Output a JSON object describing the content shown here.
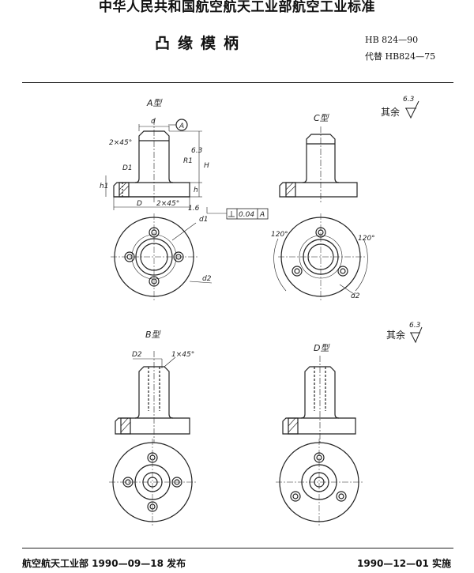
{
  "header": {
    "org_line": "中华人民共和国航空航天工业部航空工业标准",
    "title": "凸缘模柄",
    "std_no": "HB 824—90",
    "replaces": "代替  HB824—75"
  },
  "views": {
    "a": {
      "label": "A型",
      "d": "d",
      "datum": "A",
      "chamfer": "2×45°",
      "D1": "D1",
      "R1": "R1",
      "h1": "h1",
      "h": "h",
      "H": "H",
      "rough": "6.3",
      "D": "D",
      "chamfer2": "2×45°",
      "tol_value": "0.04",
      "tol_datum": "A",
      "d1": "d1",
      "d2": "d2",
      "rough2": "1.6"
    },
    "c": {
      "label": "C型",
      "angle_left": "120°",
      "angle_right": "120°",
      "d2": "d2"
    },
    "b": {
      "label": "B型",
      "D2": "D2",
      "chamfer": "1×45°"
    },
    "d": {
      "label": "D型"
    }
  },
  "roughness": {
    "rest1_text": "其余",
    "rest1_value": "6.3",
    "rest2_text": "其余",
    "rest2_value": "6.3"
  },
  "footer": {
    "issued": "航空航天工业部 1990—09—18 发布",
    "effective": "1990—12—01 实施"
  }
}
